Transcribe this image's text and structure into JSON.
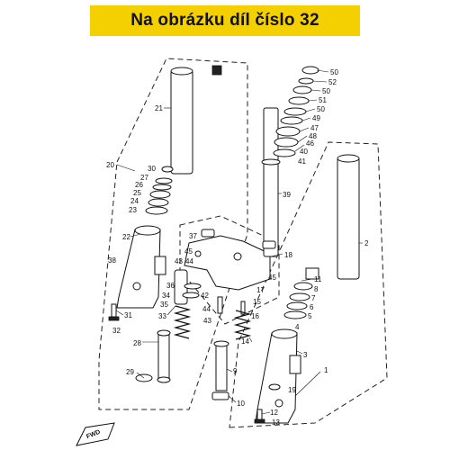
{
  "banner": {
    "title": "Na obrázku díl číslo 32",
    "background": "#f5d000"
  },
  "fwd_label": "FWD",
  "labels": [
    {
      "id": "50a",
      "text": "50"
    },
    {
      "id": "52",
      "text": "52"
    },
    {
      "id": "50b",
      "text": "50"
    },
    {
      "id": "51",
      "text": "51"
    },
    {
      "id": "50c",
      "text": "50"
    },
    {
      "id": "49",
      "text": "49"
    },
    {
      "id": "47",
      "text": "47"
    },
    {
      "id": "48",
      "text": "48"
    },
    {
      "id": "46",
      "text": "46"
    },
    {
      "id": "40",
      "text": "40"
    },
    {
      "id": "41",
      "text": "41"
    },
    {
      "id": "39",
      "text": "39"
    },
    {
      "id": "21",
      "text": "21"
    },
    {
      "id": "20",
      "text": "20"
    },
    {
      "id": "30",
      "text": "30"
    },
    {
      "id": "27",
      "text": "27"
    },
    {
      "id": "26",
      "text": "26"
    },
    {
      "id": "25",
      "text": "25"
    },
    {
      "id": "24",
      "text": "24"
    },
    {
      "id": "23",
      "text": "23"
    },
    {
      "id": "22",
      "text": "22"
    },
    {
      "id": "38",
      "text": "38"
    },
    {
      "id": "31",
      "text": "31"
    },
    {
      "id": "32",
      "text": "32"
    },
    {
      "id": "37",
      "text": "37"
    },
    {
      "id": "45a",
      "text": "45"
    },
    {
      "id": "44a",
      "text": "44"
    },
    {
      "id": "43a",
      "text": "43"
    },
    {
      "id": "36",
      "text": "36"
    },
    {
      "id": "34",
      "text": "34"
    },
    {
      "id": "35",
      "text": "35"
    },
    {
      "id": "42",
      "text": "42"
    },
    {
      "id": "44b",
      "text": "44"
    },
    {
      "id": "43b",
      "text": "43"
    },
    {
      "id": "33",
      "text": "33"
    },
    {
      "id": "28",
      "text": "28"
    },
    {
      "id": "29",
      "text": "29"
    },
    {
      "id": "18",
      "text": "18"
    },
    {
      "id": "45b",
      "text": "45"
    },
    {
      "id": "17",
      "text": "17"
    },
    {
      "id": "15",
      "text": "15"
    },
    {
      "id": "16",
      "text": "16"
    },
    {
      "id": "14",
      "text": "14"
    },
    {
      "id": "9",
      "text": "9"
    },
    {
      "id": "10",
      "text": "10"
    },
    {
      "id": "2",
      "text": "2"
    },
    {
      "id": "11",
      "text": "11"
    },
    {
      "id": "8",
      "text": "8"
    },
    {
      "id": "7",
      "text": "7"
    },
    {
      "id": "6",
      "text": "6"
    },
    {
      "id": "5",
      "text": "5"
    },
    {
      "id": "4",
      "text": "4"
    },
    {
      "id": "3",
      "text": "3"
    },
    {
      "id": "1",
      "text": "1"
    },
    {
      "id": "19",
      "text": "19"
    },
    {
      "id": "12",
      "text": "12"
    },
    {
      "id": "13",
      "text": "13"
    }
  ]
}
